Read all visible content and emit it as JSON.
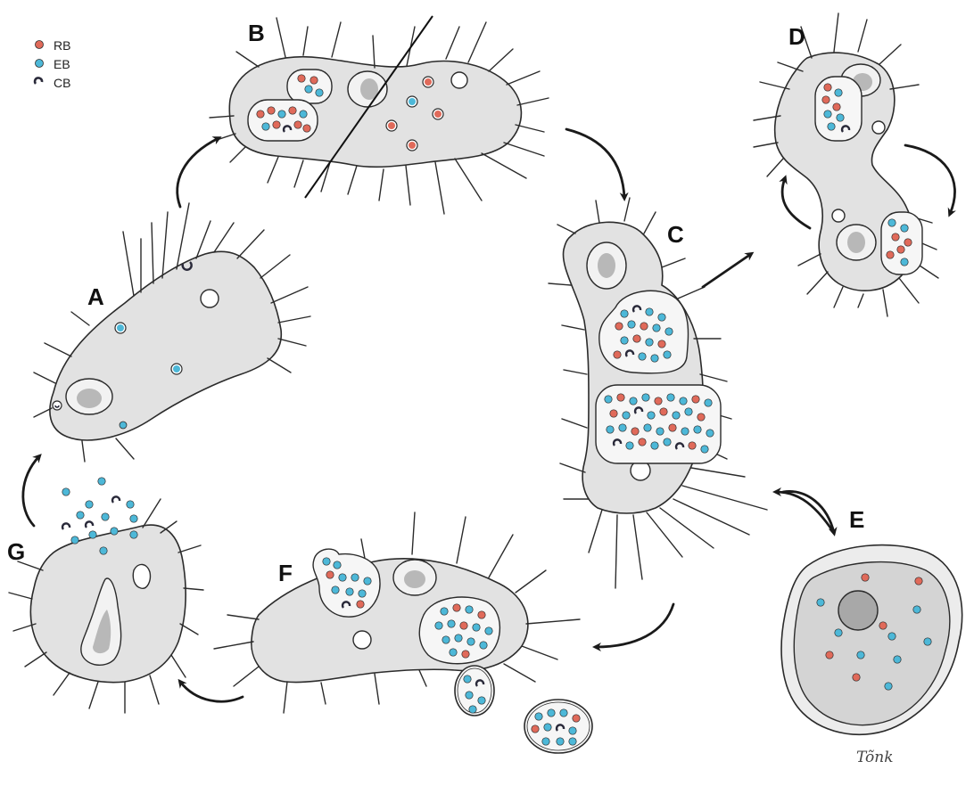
{
  "legend": {
    "items": [
      {
        "label": "RB",
        "color": "#e06a5a"
      },
      {
        "label": "EB",
        "color": "#4db8d8"
      },
      {
        "label": "CB",
        "color": "#2a2a3a"
      }
    ]
  },
  "stages": {
    "A": "A",
    "B": "B",
    "C": "C",
    "D": "D",
    "E": "E",
    "F": "F",
    "G": "G"
  },
  "signature": "Tõnk",
  "colors": {
    "cell_fill": "#e2e2e2",
    "outline": "#2b2b2b",
    "nucleus": "#b8b8b8",
    "cyst_fill": "#d4d4d4",
    "arrow": "#1a1a1a"
  }
}
